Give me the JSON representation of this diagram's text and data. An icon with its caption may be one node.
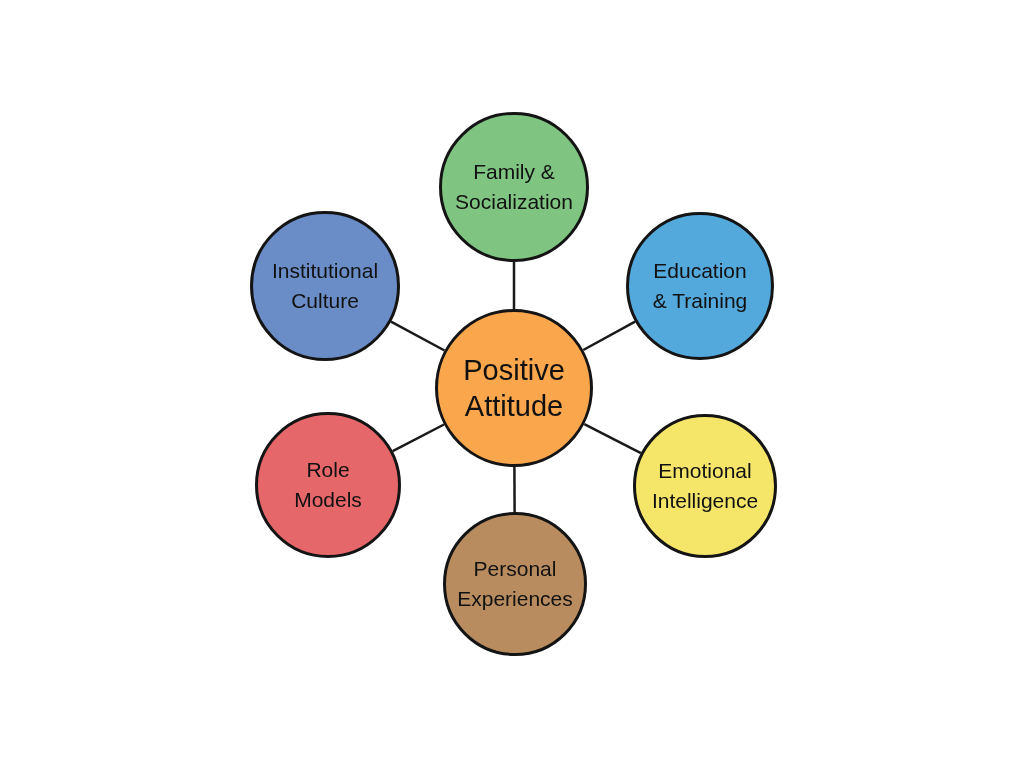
{
  "diagram": {
    "nodes": [
      {
        "text": [
          "Positive Attitude"
        ]
      },
      {
        "text": [
          "Family & Socialization"
        ]
      },
      {
        "text": [
          "Education & Training"
        ]
      },
      {
        "text": [
          "Emotional Intelligence"
        ]
      },
      {
        "text": [
          "Personal Experiences"
        ]
      },
      {
        "text": [
          "Role Models"
        ]
      },
      {
        "text": [
          "Institutional Culture"
        ]
      }
    ],
    "edges": [
      {
        "from": 0,
        "to": 1,
        "arrow": "none"
      },
      {
        "from": 0,
        "to": 2,
        "arrow": "none"
      },
      {
        "from": 0,
        "to": 3,
        "arrow": "none"
      },
      {
        "from": 0,
        "to": 4,
        "arrow": "none"
      },
      {
        "from": 0,
        "to": 5,
        "arrow": "none"
      },
      {
        "from": 0,
        "to": 6,
        "arrow": "none"
      }
    ]
  }
}
